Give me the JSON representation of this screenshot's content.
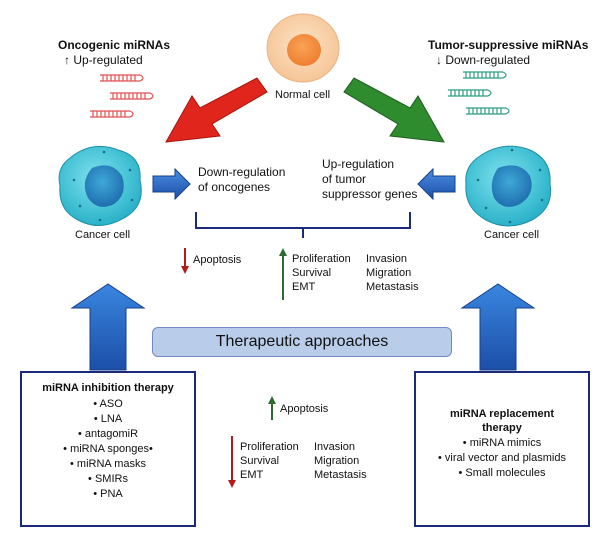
{
  "normal_cell": {
    "label": "Normal cell"
  },
  "oncogenic": {
    "title": "Oncogenic miRNAs",
    "subtitle": "↑ Up-regulated"
  },
  "suppressive": {
    "title": "Tumor-suppressive miRNAs",
    "subtitle": "↓ Down-regulated"
  },
  "cancer_cell_left": {
    "label": "Cancer cell"
  },
  "cancer_cell_right": {
    "label": "Cancer cell"
  },
  "down_regulation": {
    "line1": "Down-regulation",
    "line2": "of oncogenes"
  },
  "up_regulation": {
    "line1": "Up-regulation",
    "line2": "of tumor",
    "line3": "suppressor genes"
  },
  "effects_top": {
    "apoptosis": "Apoptosis",
    "left_column": [
      "Proliferation",
      "Survival",
      "EMT"
    ],
    "right_column": [
      "Invasion",
      "Migration",
      "Metastasis"
    ]
  },
  "therapeutic": {
    "label": "Therapeutic approaches"
  },
  "inhibition": {
    "title": "miRNA inhibition therapy",
    "items": [
      "• ASO",
      "• LNA",
      "• antagomiR",
      "• miRNA sponges•",
      "• miRNA masks",
      "• SMIRs",
      "• PNA"
    ]
  },
  "effects_bottom": {
    "apoptosis": "Apoptosis",
    "left_column": [
      "Proliferation",
      "Survival",
      "EMT"
    ],
    "right_column": [
      "Invasion",
      "Migration",
      "Metastasis"
    ]
  },
  "replacement": {
    "title_line1": "miRNA replacement",
    "title_line2": "therapy",
    "items": [
      "• miRNA mimics",
      "• viral vector and plasmids",
      "• Small molecules"
    ]
  },
  "colors": {
    "red_arrow": "#e0261c",
    "green_arrow": "#2e8b2e",
    "blue_arrow": "#1f5fc0",
    "cell_cyan": "#3fb9d0",
    "cell_nucleus": "#2a8fc4",
    "normal_cell": "#f6a24a",
    "banner": "#b9cdea",
    "box_border": "#1b2a7a"
  }
}
